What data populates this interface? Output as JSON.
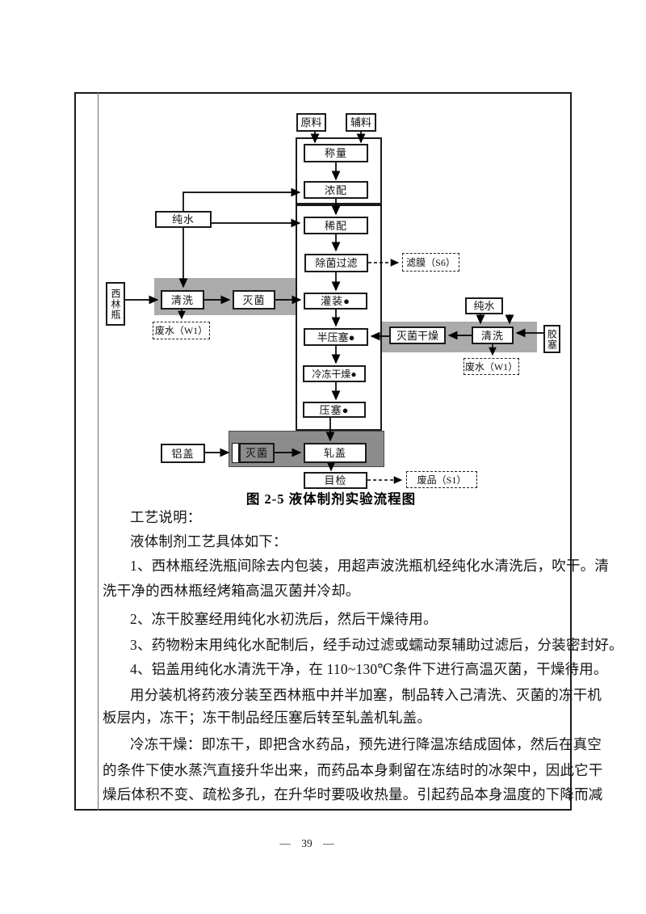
{
  "figure": {
    "caption": "图 2-5  液体制剂实验流程图",
    "nodes": {
      "raw_material": "原料",
      "auxiliary_material": "辅料",
      "weighing": "称量",
      "concentrated_prep": "浓配",
      "dilute_prep": "稀配",
      "sterile_filtration": "除菌过滤",
      "filter_membrane": "滤膜（S6）",
      "pure_water_left": "纯水",
      "vial": "西林瓶",
      "wash_left": "清洗",
      "sterilize_left": "灭菌",
      "wastewater_left": "废水（W1）",
      "filling": "灌装●",
      "half_stoppering": "半压塞●",
      "freeze_drying": "冷冻干燥●",
      "stoppering": "压塞●",
      "pure_water_right": "纯水",
      "sterilize_drying": "灭菌干燥",
      "wash_right": "清洗",
      "rubber_stopper": "胶塞",
      "wastewater_right": "废水（W1）",
      "aluminum_cap": "铝盖",
      "sterilize_bottom": "灭菌",
      "capping": "轧盖",
      "visual_inspection": "目检",
      "waste_product": "废品（S1）"
    },
    "colors": {
      "band_light": "#ababab",
      "band_dark": "#8c8c8c",
      "line": "#000000"
    }
  },
  "body": {
    "lines": [
      {
        "text": "工艺说明：",
        "indent": true
      },
      {
        "text": "液体制剂工艺具体如下：",
        "indent": true
      },
      {
        "text": "1、西林瓶经洗瓶间除去内包装，用超声波洗瓶机经纯化水清洗后，吹干。清",
        "indent": true
      },
      {
        "text": "洗干净的西林瓶经烤箱高温灭菌并冷却。",
        "indent": false
      },
      {
        "text": "2、冻干胶塞经用纯化水初洗后，然后干燥待用。",
        "indent": true
      },
      {
        "text": "3、药物粉末用纯化水配制后，经手动过滤或蠕动泵辅助过滤后，分装密封好。",
        "indent": true
      },
      {
        "text": "4、铝盖用纯化水清洗干净，在 110~130℃条件下进行高温灭菌，干燥待用。",
        "indent": true
      },
      {
        "text": "用分装机将药液分装至西林瓶中并半加塞，制品转入己清洗、灭菌的冻干机",
        "indent": true
      },
      {
        "text": "板层内，冻干；冻干制品经压塞后转至轧盖机轧盖。",
        "indent": false
      },
      {
        "text": "冷冻干燥：即冻干，即把含水药品，预先进行降温冻结成固体，然后在真空",
        "indent": true
      },
      {
        "text": "的条件下使水蒸汽直接升华出来，而药品本身剩留在冻结时的冰架中，因此它干",
        "indent": false
      },
      {
        "text": "燥后体积不变、疏松多孔，在升华时要吸收热量。引起药品本身温度的下降而减",
        "indent": false
      }
    ]
  },
  "page_number": "— 39 —"
}
